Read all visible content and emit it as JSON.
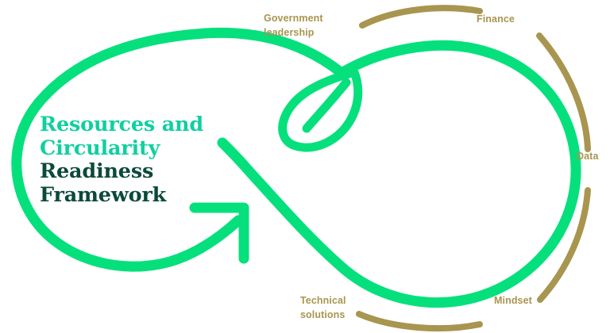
{
  "colors": {
    "loop_green": "#05e07c",
    "gold": "#a8954f",
    "title_accent": "#10cfa0",
    "title_deep": "#0b4a3a",
    "background": "#ffffff"
  },
  "title": {
    "line1": "Resources and",
    "line2": "Circularity",
    "line3": "Readiness",
    "line4": "Framework",
    "full": "Resources and Circularity Readiness Framework"
  },
  "icons": {
    "leaf": "leaf-icon",
    "arrow": "arrow-up-right-icon",
    "infinity": "infinity-loop-icon"
  },
  "edge_labels": [
    {
      "id": "government-leadership",
      "text": "Government\nleadership",
      "position": "top-left"
    },
    {
      "id": "finance",
      "text": "Finance",
      "position": "top-right"
    },
    {
      "id": "data",
      "text": "Data",
      "position": "right"
    },
    {
      "id": "technical-solutions",
      "text": "Technical\nsolutions",
      "position": "bottom-left"
    },
    {
      "id": "mindset",
      "text": "Mindset",
      "position": "bottom-right"
    }
  ]
}
